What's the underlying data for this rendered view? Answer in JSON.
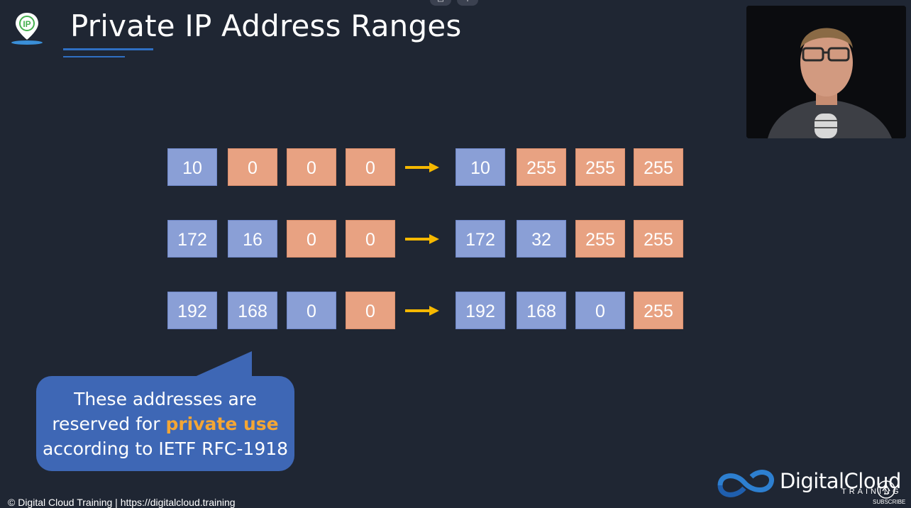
{
  "slide": {
    "title": "Private IP Address Ranges",
    "logo_icon": "ip-pin-icon",
    "logo_text": "IP"
  },
  "ranges": [
    {
      "start": [
        {
          "value": "10",
          "color": "blue"
        },
        {
          "value": "0",
          "color": "orange"
        },
        {
          "value": "0",
          "color": "orange"
        },
        {
          "value": "0",
          "color": "orange"
        }
      ],
      "end": [
        {
          "value": "10",
          "color": "blue"
        },
        {
          "value": "255",
          "color": "orange"
        },
        {
          "value": "255",
          "color": "orange"
        },
        {
          "value": "255",
          "color": "orange"
        }
      ]
    },
    {
      "start": [
        {
          "value": "172",
          "color": "blue"
        },
        {
          "value": "16",
          "color": "blue"
        },
        {
          "value": "0",
          "color": "orange"
        },
        {
          "value": "0",
          "color": "orange"
        }
      ],
      "end": [
        {
          "value": "172",
          "color": "blue"
        },
        {
          "value": "32",
          "color": "blue"
        },
        {
          "value": "255",
          "color": "orange"
        },
        {
          "value": "255",
          "color": "orange"
        }
      ]
    },
    {
      "start": [
        {
          "value": "192",
          "color": "blue"
        },
        {
          "value": "168",
          "color": "blue"
        },
        {
          "value": "0",
          "color": "blue"
        },
        {
          "value": "0",
          "color": "orange"
        }
      ],
      "end": [
        {
          "value": "192",
          "color": "blue"
        },
        {
          "value": "168",
          "color": "blue"
        },
        {
          "value": "0",
          "color": "blue"
        },
        {
          "value": "255",
          "color": "orange"
        }
      ]
    }
  ],
  "callout": {
    "line1": "These addresses are",
    "line2_prefix": "reserved for ",
    "line2_highlight": "private use",
    "line3": "according to IETF RFC-1918"
  },
  "footer": {
    "copyright": "© Digital Cloud Training  | https://digitalcloud.training"
  },
  "brand": {
    "name": "DigitalCloud",
    "sub": "TRAINING",
    "subscribe": "SUBSCRIBE"
  },
  "colors": {
    "background": "#1f2633",
    "blue_box": "#8a9fd6",
    "orange_box": "#e8a282",
    "arrow": "#f5b800",
    "callout": "#3e67b5",
    "highlight": "#f4a634"
  }
}
